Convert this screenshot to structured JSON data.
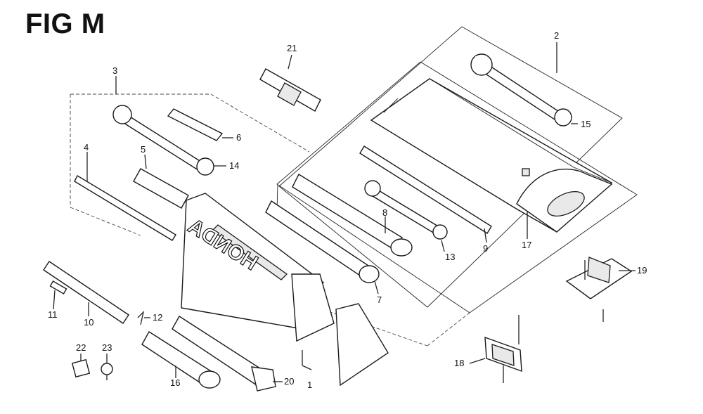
{
  "figure": {
    "title": "FIG M"
  },
  "callouts": [
    {
      "id": "c1",
      "text": "1"
    },
    {
      "id": "c2",
      "text": "2"
    },
    {
      "id": "c3",
      "text": "3"
    },
    {
      "id": "c4",
      "text": "4"
    },
    {
      "id": "c5",
      "text": "5"
    },
    {
      "id": "c6",
      "text": "6"
    },
    {
      "id": "c7",
      "text": "7"
    },
    {
      "id": "c8",
      "text": "8"
    },
    {
      "id": "c9",
      "text": "9"
    },
    {
      "id": "c10",
      "text": "10"
    },
    {
      "id": "c11",
      "text": "11"
    },
    {
      "id": "c12",
      "text": "12"
    },
    {
      "id": "c13",
      "text": "13"
    },
    {
      "id": "c14",
      "text": "14"
    },
    {
      "id": "c15",
      "text": "15"
    },
    {
      "id": "c16",
      "text": "16"
    },
    {
      "id": "c17",
      "text": "17"
    },
    {
      "id": "c18",
      "text": "18"
    },
    {
      "id": "c19",
      "text": "19"
    },
    {
      "id": "c20",
      "text": "20"
    },
    {
      "id": "c21",
      "text": "21"
    },
    {
      "id": "c22",
      "text": "22"
    },
    {
      "id": "c23",
      "text": "23"
    }
  ],
  "logo": {
    "brand": "HONDA"
  }
}
